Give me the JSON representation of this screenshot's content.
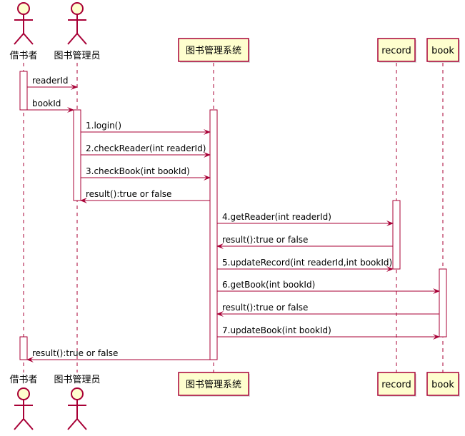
{
  "colors": {
    "line": "#A80036",
    "fill": "#FEFECE",
    "lifeline": "#A80036",
    "background": "#FFFFFF"
  },
  "participants": [
    {
      "id": "borrower",
      "name": "借书者",
      "kind": "actor"
    },
    {
      "id": "librarian",
      "name": "图书管理员",
      "kind": "actor"
    },
    {
      "id": "system",
      "name": "图书管理系统",
      "kind": "participant"
    },
    {
      "id": "record",
      "name": "record",
      "kind": "participant"
    },
    {
      "id": "book",
      "name": "book",
      "kind": "participant"
    }
  ],
  "messages": [
    {
      "from": "borrower",
      "to": "librarian",
      "label": "readerId",
      "dashed": false
    },
    {
      "from": "borrower",
      "to": "librarian",
      "label": "bookId",
      "dashed": false
    },
    {
      "from": "librarian",
      "to": "system",
      "label": "1.login()",
      "dashed": false
    },
    {
      "from": "librarian",
      "to": "system",
      "label": "2.checkReader(int readerId)",
      "dashed": false
    },
    {
      "from": "librarian",
      "to": "system",
      "label": "3.checkBook(int bookId)",
      "dashed": false
    },
    {
      "from": "system",
      "to": "librarian",
      "label": "result():true or false",
      "dashed": false
    },
    {
      "from": "system",
      "to": "record",
      "label": "4.getReader(int readerId)",
      "dashed": false
    },
    {
      "from": "record",
      "to": "system",
      "label": "result():true or false",
      "dashed": false
    },
    {
      "from": "system",
      "to": "record",
      "label": "5.updateRecord(int readerId,int bookId)",
      "dashed": false
    },
    {
      "from": "system",
      "to": "book",
      "label": "6.getBook(int bookId)",
      "dashed": false
    },
    {
      "from": "book",
      "to": "system",
      "label": "result():true or false",
      "dashed": false
    },
    {
      "from": "system",
      "to": "book",
      "label": "7.updateBook(int bookId)",
      "dashed": false
    },
    {
      "from": "system",
      "to": "borrower",
      "label": "result():true or false",
      "dashed": false
    }
  ]
}
